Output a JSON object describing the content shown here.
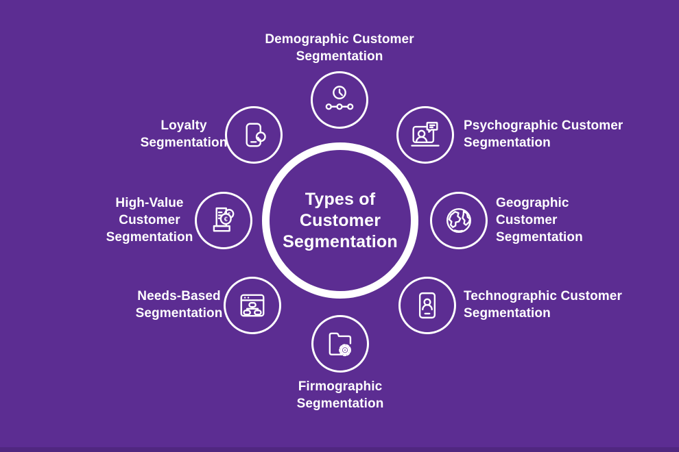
{
  "colors": {
    "background": "#5C2D92",
    "foreground": "#FFFFFF",
    "footer_shade": "rgba(0,0,0,0.12)"
  },
  "center": {
    "line1": "Types of",
    "line2": "Customer",
    "line3": "Segmentation"
  },
  "nodes": {
    "demographic": {
      "icon": "clock-timeline-icon",
      "line1": "Demographic Customer",
      "line2": "Segmentation"
    },
    "psychographic": {
      "icon": "laptop-chat-icon",
      "line1": "Psychographic Customer",
      "line2": "Segmentation"
    },
    "geographic": {
      "icon": "globe-icon",
      "line1": "Geographic",
      "line2": "Customer",
      "line3": "Segmentation"
    },
    "technographic": {
      "icon": "tablet-user-icon",
      "line1": "Technographic Customer",
      "line2": "Segmentation"
    },
    "firmographic": {
      "icon": "folder-gear-icon",
      "line1": "Firmographic",
      "line2": "Segmentation"
    },
    "needs_based": {
      "icon": "window-flowchart-icon",
      "line1": "Needs-Based",
      "line2": "Segmentation"
    },
    "high_value": {
      "icon": "receipt-euro-icon",
      "line1": "High-Value",
      "line2": "Customer",
      "line3": "Segmentation"
    },
    "loyalty": {
      "icon": "phone-coin-icon",
      "line1": "Loyalty",
      "line2": "Segmentation"
    }
  }
}
